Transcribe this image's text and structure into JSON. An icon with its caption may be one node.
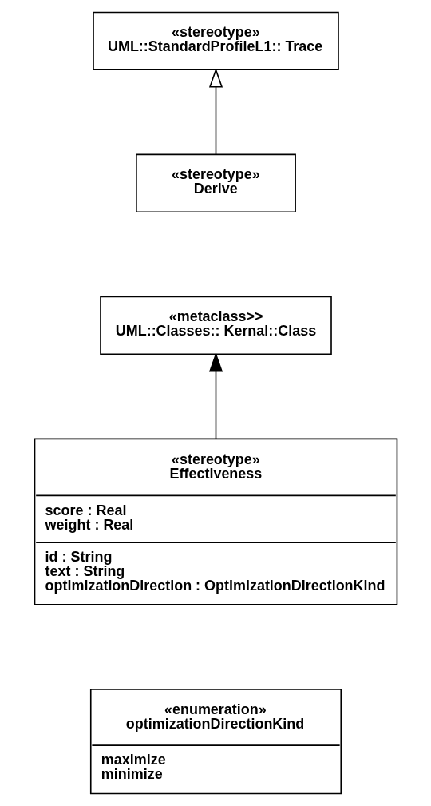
{
  "diagram": {
    "nodes": [
      {
        "text": [
          "«stereotype»",
          "UML::StandardProfileL1:: Trace"
        ]
      },
      {
        "text": [
          "«stereotype»",
          "Derive"
        ]
      },
      {
        "text": [
          "«metaclass>>",
          "UML::Classes:: Kernal::Class"
        ]
      },
      {
        "text": [
          "«stereotype»",
          "Effectiveness",
          "score : Real",
          "weight : Real",
          "id : String",
          "text : String",
          "optimizationDirection : OptimizationDirectionKind"
        ]
      },
      {
        "text": [
          "«enumeration»",
          "optimizationDirectionKind",
          "maximize",
          "minimize"
        ]
      }
    ],
    "edges": [
      {
        "from": 1,
        "to": 0,
        "arrow": "to"
      },
      {
        "from": 3,
        "to": 2,
        "arrow": "to"
      }
    ]
  }
}
